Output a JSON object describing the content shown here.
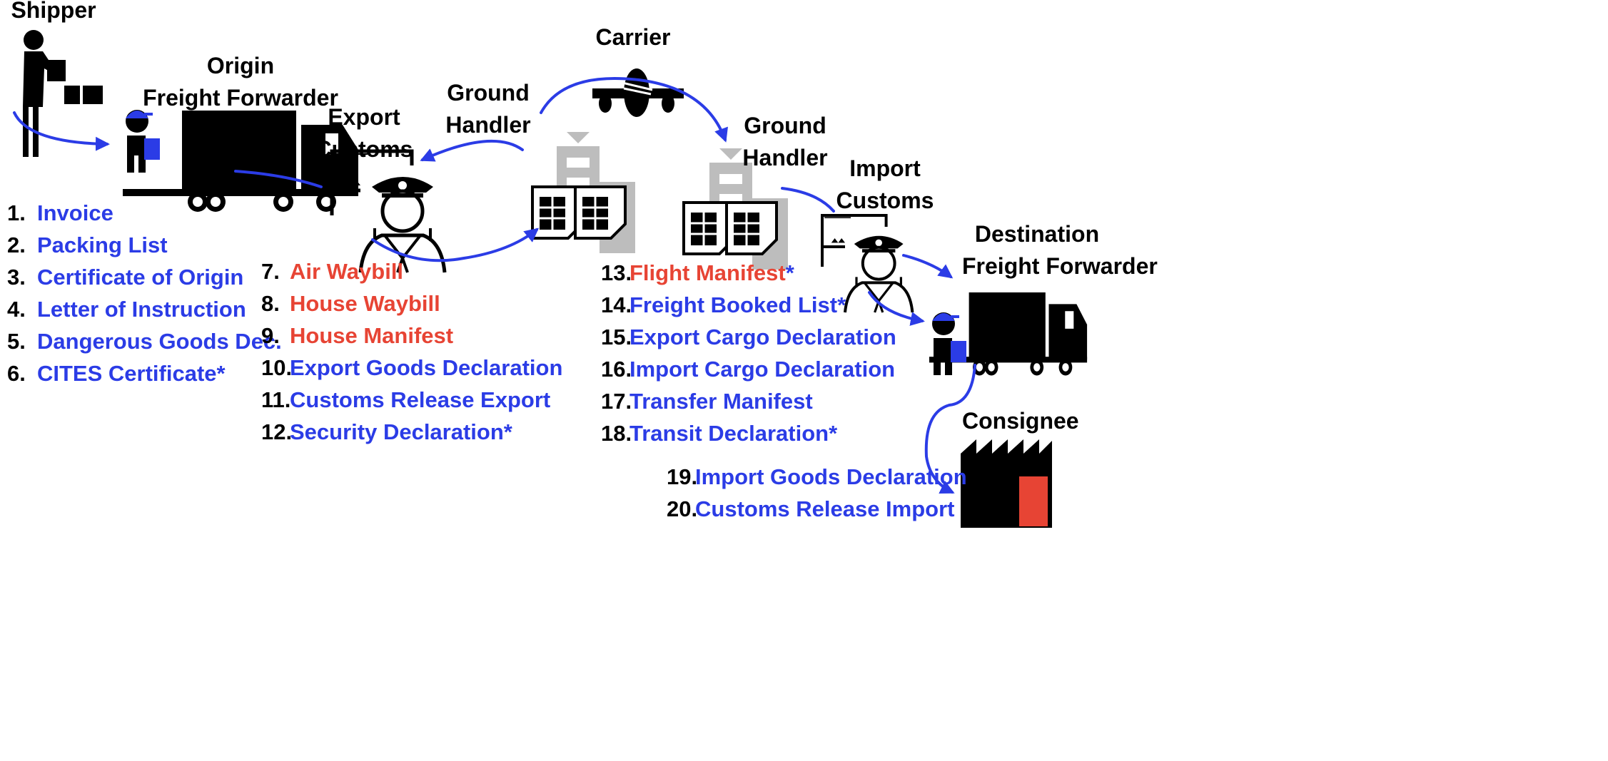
{
  "colors": {
    "blue": "#2b3ce6",
    "red": "#e74434",
    "gray": "#bdbdbd",
    "black": "#000000"
  },
  "actors": {
    "shipper": "Shipper",
    "origin_ff_1": "Origin",
    "origin_ff_2": "Freight Forwarder",
    "export_customs_1": "Export",
    "export_customs_2": "Customs",
    "ground_handler_a_1": "Ground",
    "ground_handler_a_2": "Handler",
    "carrier": "Carrier",
    "ground_handler_b_1": "Ground",
    "ground_handler_b_2": "Handler",
    "import_customs_1": "Import",
    "import_customs_2": "Customs",
    "dest_ff_1": "Destination",
    "dest_ff_2": "Freight Forwarder",
    "consignee": "Consignee"
  },
  "icons": [
    "person-carrying-box-icon",
    "delivery-truck-icon",
    "customs-officer-icon",
    "warehouse-icon",
    "airplane-icon",
    "factory-icon"
  ],
  "documents": {
    "group1": [
      {
        "num": "1.",
        "text": "Invoice",
        "color": "blue"
      },
      {
        "num": "2.",
        "text": "Packing List",
        "color": "blue"
      },
      {
        "num": "3.",
        "text": "Certificate of Origin",
        "color": "blue"
      },
      {
        "num": "4.",
        "text": "Letter of Instruction",
        "color": "blue"
      },
      {
        "num": "5.",
        "text": "Dangerous Goods Dec.",
        "color": "blue"
      },
      {
        "num": "6.",
        "text": "CITES Certificate*",
        "color": "blue"
      }
    ],
    "group2": [
      {
        "num": "7.",
        "text": "Air Waybill",
        "color": "red"
      },
      {
        "num": "8.",
        "text": "House Waybill",
        "color": "red"
      },
      {
        "num": "9.",
        "text": "House Manifest",
        "color": "red"
      },
      {
        "num": "10.",
        "text": "Export Goods Declaration",
        "color": "blue"
      },
      {
        "num": "11.",
        "text": "Customs Release Export",
        "color": "blue"
      },
      {
        "num": "12.",
        "text": "Security Declaration*",
        "color": "blue"
      }
    ],
    "group3": [
      {
        "num": "13.",
        "text": "Flight Manifest",
        "suffix": "*",
        "color": "red"
      },
      {
        "num": "14.",
        "text": "Freight Booked List*",
        "color": "blue"
      },
      {
        "num": "15.",
        "text": "Export Cargo Declaration",
        "color": "blue"
      },
      {
        "num": "16.",
        "text": "Import Cargo Declaration",
        "color": "blue"
      },
      {
        "num": "17.",
        "text": "Transfer Manifest",
        "color": "blue"
      },
      {
        "num": "18.",
        "text": "Transit Declaration*",
        "color": "blue"
      }
    ],
    "group4": [
      {
        "num": "19.",
        "text": "Import Goods Declaration",
        "color": "blue"
      },
      {
        "num": "20.",
        "text": "Customs Release Import",
        "color": "blue"
      }
    ]
  }
}
